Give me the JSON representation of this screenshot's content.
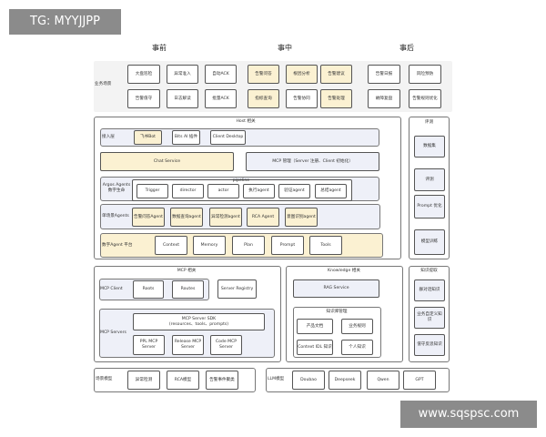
{
  "watermark_top": "TG: MYYJJPP",
  "watermark_bottom": "www.sqspsc.com",
  "phases": [
    "事前",
    "事中",
    "事后"
  ],
  "scenarios": {
    "label": "业务场景",
    "row1": [
      "大盘巡检",
      "异常准入",
      "自动ACK",
      "告警问答",
      "根因分析",
      "告警建议",
      "告警日报",
      "风险预防"
    ],
    "row2": [
      "告警值守",
      "日志解读",
      "批量ACK",
      "指标查询",
      "告警协同",
      "告警处理",
      "故障复盘",
      "告警规则优化"
    ]
  },
  "host": {
    "title": "Host 相关",
    "access": {
      "label": "接入层",
      "items": [
        "飞书Bot",
        "Bits AI 插件",
        "Client Desktop"
      ]
    },
    "chat_service": "Chat Service",
    "mcp_mgmt": "MCP 管理（Server 注册、Client 初始化）",
    "argos": {
      "label": "Argos Agents 数字生命",
      "pipeline": "pipeline",
      "items": [
        "Trigger",
        "director",
        "actor",
        "执行agent",
        "验证agent",
        "总结agent"
      ]
    },
    "single": {
      "label": "单场景Agents",
      "items": [
        "告警问答Agent",
        "数据查询agent",
        "异常检测agent",
        "RCA Agent",
        "意图识别agent"
      ]
    },
    "platform": {
      "label": "数字Agent 平台",
      "items": [
        "Context",
        "Memory",
        "Plan",
        "Prompt",
        "Tools"
      ]
    }
  },
  "eval": {
    "title": "评测",
    "items": [
      "数据集",
      "评测",
      "Prompt 优化",
      "模型训练"
    ]
  },
  "mcp": {
    "title": "MCP 相关",
    "client": {
      "label": "MCP Client",
      "items": [
        "Roots",
        "Routes"
      ]
    },
    "registry": "Server Registry",
    "servers": {
      "label": "MCP Servers",
      "sdk": "MCP Server SDK\n(resources、tools、prompts)",
      "items": [
        "PPL MCP Server",
        "Release MCP Server",
        "Code MCP Server"
      ]
    }
  },
  "knowledge": {
    "title": "Knowledge 相关",
    "rag": "RAG Service",
    "kb": {
      "title": "知识库管理",
      "items": [
        "产品文档",
        "业务规则",
        "Context IDL 知识",
        "个人知识"
      ]
    }
  },
  "extract": {
    "title": "知识提取",
    "items": [
      "群对话知识",
      "业务自定义知识",
      "值守反思知识"
    ]
  },
  "scene_models": {
    "label": "场景模型",
    "items": [
      "异常检测",
      "RCA模型",
      "告警事件聚类"
    ]
  },
  "llm": {
    "label": "LLM模型",
    "items": [
      "Doubao",
      "Deepseek",
      "Qwen",
      "GPT"
    ]
  }
}
